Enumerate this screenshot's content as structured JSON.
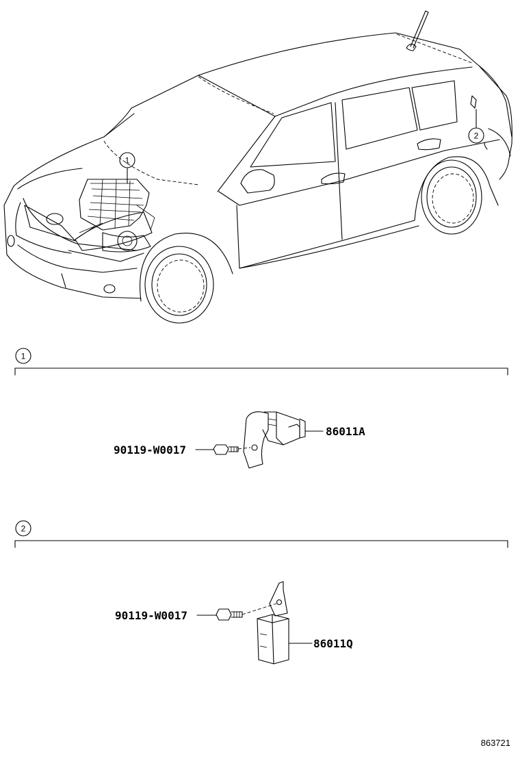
{
  "overview": {
    "callout_1": "1",
    "callout_2": "2"
  },
  "sections": [
    {
      "index": "1",
      "parts": [
        {
          "number": "86011A",
          "name": ""
        },
        {
          "number": "90119-W0017",
          "name": ""
        }
      ]
    },
    {
      "index": "2",
      "parts": [
        {
          "number": "86011Q",
          "name": ""
        },
        {
          "number": "90119-W0017",
          "name": ""
        }
      ]
    }
  ],
  "figure_number": "863721"
}
